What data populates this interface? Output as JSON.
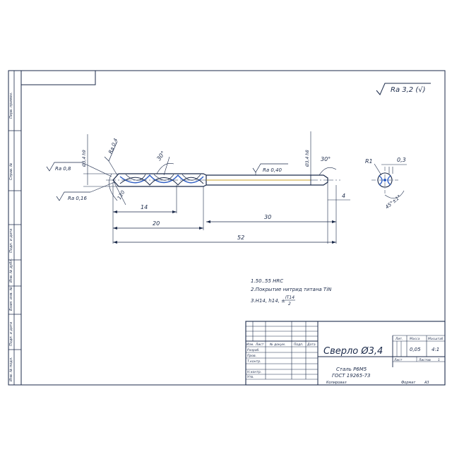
{
  "roughness_general": "Ra 3,2 (√)",
  "roughness": {
    "ra08": "Ra 0,8",
    "ra016": "Ra 0,16",
    "ra04": "Ra 0,4",
    "ra040": "Ra 0,40"
  },
  "dimensions": {
    "tip_dia": "Ø3,4 h9",
    "shank_dia": "Ø3,4 h8",
    "helix_angle": "30°",
    "point_angle": "120",
    "back_angle": "30°",
    "chamfer": "4",
    "len_14": "14",
    "len_20": "20",
    "len_30": "30",
    "len_52": "52",
    "r1": "R1",
    "edge": "0,3",
    "angle_45": "45°±1°"
  },
  "notes": [
    "1.50..55 HRC",
    "2.Покрытие нитрид титана TiN",
    "3.H14, h14, ±"
  ],
  "tolerance_fraction": {
    "num": "IT14",
    "den": "2"
  },
  "title_block": {
    "title": "Сверло Ø3,4",
    "material": "Сталь Р6М5",
    "standard": "ГОСТ 19265-73",
    "col_headers": [
      "Изм.",
      "Лист",
      "№ докум.",
      "Подп.",
      "Дата"
    ],
    "roles": [
      "Разраб.",
      "Пров.",
      "Т.контр.",
      "",
      "Н.контр.",
      "Утв."
    ],
    "lit": "Лит.",
    "mass_label": "Масса",
    "scale_label": "Масштаб",
    "mass": "0,05",
    "scale": "4:1",
    "sheet_label": "Лист",
    "sheets_label": "Листов",
    "sheets": "1",
    "copied": "Копировал",
    "format": "Формат",
    "format_value": "А3"
  },
  "side_stamps": [
    "Перв. примен.",
    "Справ. №",
    "Подп. и дата",
    "Инв. № дубл.",
    "Взам. инв. №",
    "Подп. и дата",
    "Инв. № подл."
  ]
}
